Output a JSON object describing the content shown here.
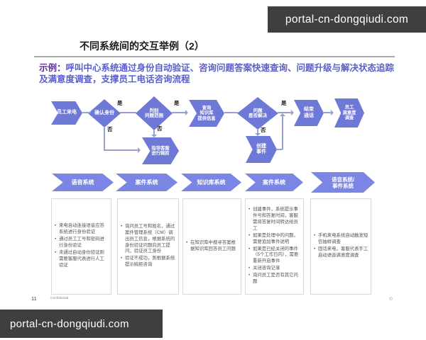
{
  "watermark": {
    "site": "portal-cn-dongqiudi.com"
  },
  "slide": {
    "title": "不同系统间的交互举例（2）",
    "example": {
      "label": "示例：",
      "text": "呼叫中心系统通过身份自动验证、咨询问题答案快速查询、问题升级与解决状态追踪及满意度调查，支撑员工电话咨询流程"
    },
    "page_number": "11",
    "confidential": "Confidential",
    "copyright_mark": "©"
  },
  "flowchart": {
    "yes": "是",
    "no": "否",
    "nodes": {
      "start": "员工来电",
      "verify": "确认身份",
      "classify": "判别\n问题范围",
      "kb": "查询\n知识库\n提供信息",
      "solved": "问题\n是否解决",
      "end_call": "结束\n通话",
      "survey": "员工\n满意度\n调查",
      "decline": "指导客服\n进行婉拒",
      "ticket": "创建\n事件"
    }
  },
  "lanes": [
    {
      "title": "语音系统",
      "bullets": [
        "来电自动连接语音应答系统进行身份验证",
        "通过员工工号和密码进行身份验证",
        "未通过自动身份验证则需要客服代表进行人工验证"
      ]
    },
    {
      "title": "案件系统",
      "bullets": [
        "询问员工号和姓名，通过案件管理系统（CM）调出员工信息，根据系统的身份验证问题向员工提问，验证员工身份",
        "验证不成功，则根据系统提示婉拒咨询"
      ]
    },
    {
      "title": "知识库系统",
      "bullets": [
        "在知识库中搜寻答案根据知识库回答员工问题"
      ]
    },
    {
      "title": "案件系统",
      "bullets": [
        "创建事件，系统提示事件号和答复时间，客服需将答复时间转达给员工",
        "如果是处理中的问题，需要追加事件说明",
        "如果是已经关闭的事件（5个工作日内），需要重新开启事件",
        "关闭咨询记录",
        "询问员工是否有其它问题"
      ]
    },
    {
      "title": "语音系统/\n事件系统",
      "bullets": [
        "手机来电系统自动触发短信抽样调查",
        "固话来电，客服代表手工启动语音满意度调查"
      ]
    }
  ],
  "colors": {
    "node_fill": "#6e78d6",
    "banner_fill": "#7b85e3",
    "connector": "#9aa0cc",
    "watermark_bg": "#3f3f3f",
    "example_text": "#5a5ecb",
    "example_label": "#5b2f91"
  }
}
